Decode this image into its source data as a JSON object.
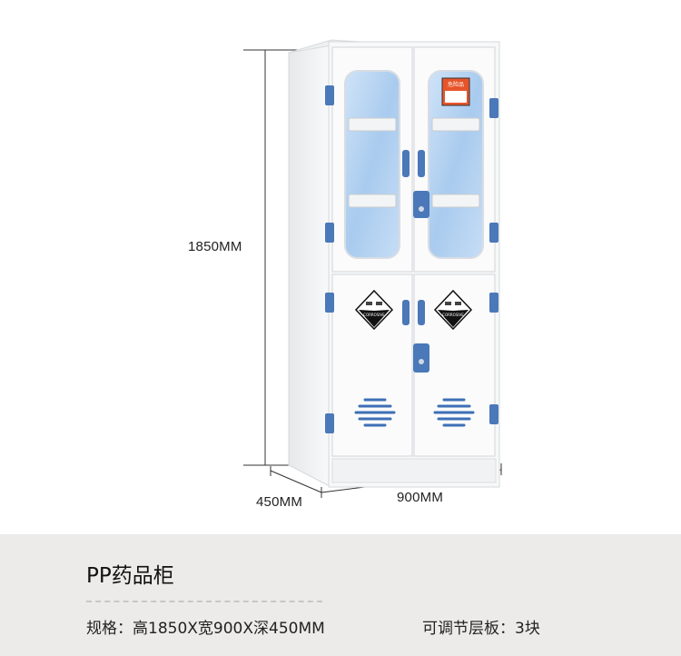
{
  "dimensions": {
    "height": "1850MM",
    "width": "900MM",
    "depth": "450MM"
  },
  "cabinet": {
    "warning_label": "危险品",
    "corrosive_label": "CORROSIVE",
    "colors": {
      "body": "#f7f8f9",
      "glass": "#bcd8f5",
      "hinge": "#4a78b8",
      "vent": "#3d6fb5",
      "warning": "#e8542a"
    }
  },
  "info": {
    "title": "PP药品柜",
    "spec": "规格：高1850X宽900X深450MM",
    "shelves": "可调节层板：3块"
  }
}
